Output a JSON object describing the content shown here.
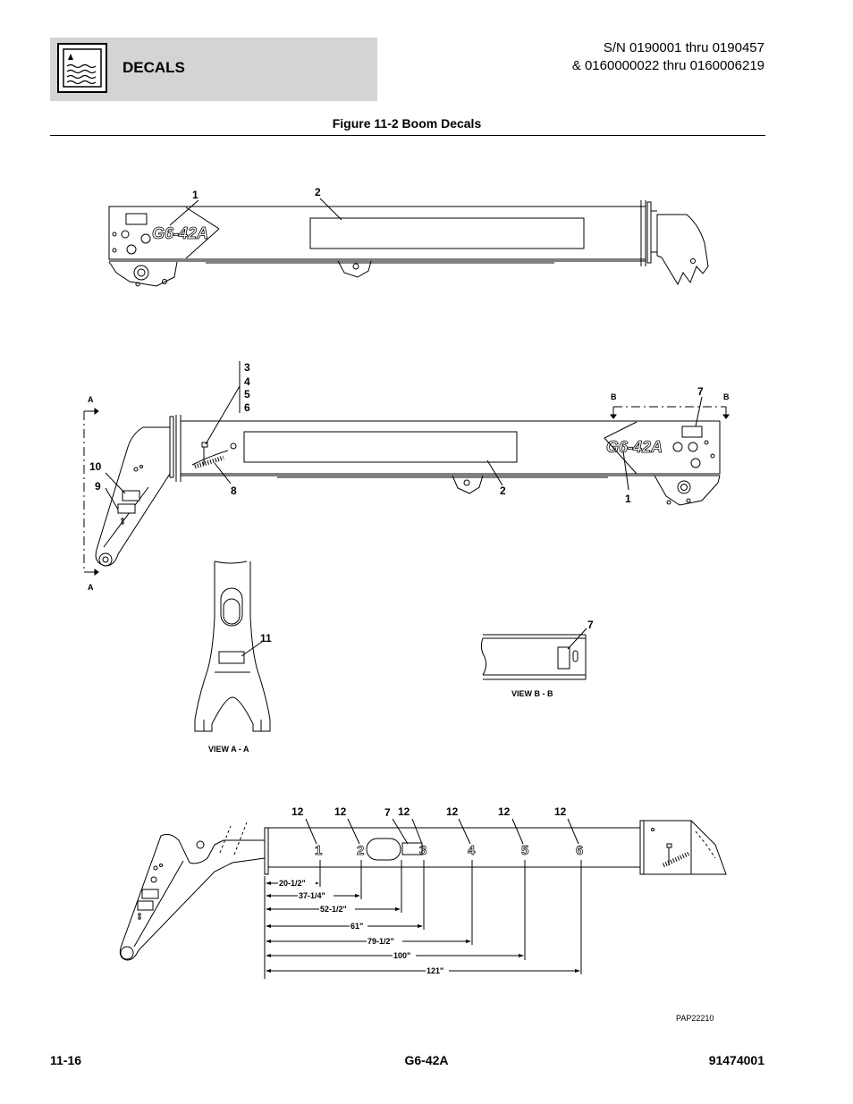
{
  "header": {
    "section_title": "DECALS",
    "serial_line1": "S/N 0190001 thru 0190457",
    "serial_line2": "& 0160000022 thru 0160006219"
  },
  "figure": {
    "title": "Figure 11-2 Boom Decals",
    "boom_model_text": "G6-42A",
    "callouts_top": [
      "1",
      "2"
    ],
    "callouts_middle": [
      "3",
      "4",
      "5",
      "6",
      "7",
      "8",
      "9",
      "10",
      "1",
      "2"
    ],
    "section_markers": [
      "A",
      "A",
      "B",
      "B"
    ],
    "view_a": {
      "label": "VIEW A - A",
      "callout": "11"
    },
    "view_b": {
      "label": "VIEW B - B",
      "callout": "7"
    },
    "bottom_callouts": [
      "12",
      "12",
      "7",
      "12",
      "12",
      "12",
      "12"
    ],
    "boom_numbers": [
      "1",
      "2",
      "3",
      "4",
      "5",
      "6"
    ],
    "dimensions": [
      "20-1/2\"",
      "37-1/4\"",
      "52-1/2\"",
      "61\"",
      "79-1/2\"",
      "100\"",
      "121\""
    ],
    "drawing_id": "PAP22210"
  },
  "footer": {
    "page_number": "11-16",
    "model": "G6-42A",
    "doc_number": "91474001"
  }
}
